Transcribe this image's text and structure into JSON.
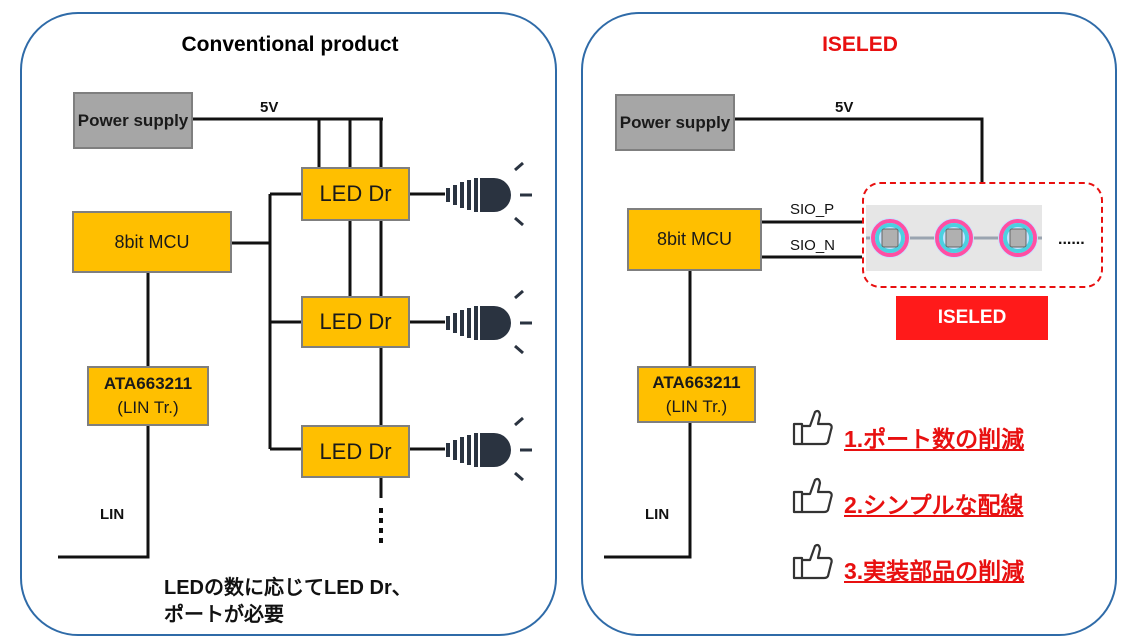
{
  "left": {
    "title": "Conventional product",
    "power_supply": "Power supply",
    "voltage": "5V",
    "mcu": "8bit MCU",
    "lin_tr": [
      "ATA663211",
      "(LIN Tr.)"
    ],
    "led_drivers": [
      "LED Dr",
      "LED Dr",
      "LED Dr"
    ],
    "lin": "LIN",
    "note_lines": [
      "LEDの数に応じてLED Dr、",
      "ポートが必要"
    ]
  },
  "right": {
    "title": "ISELED",
    "title_color": "#e81010",
    "power_supply": "Power supply",
    "voltage": "5V",
    "mcu": "8bit MCU",
    "lin_tr": [
      "ATA663211",
      "(LIN Tr.)"
    ],
    "sio_p": "SIO_P",
    "sio_n": "SIO_N",
    "ellipsis": "......",
    "iseled_label": "ISELED",
    "lin": "LIN",
    "benefits": [
      {
        "icon": "thumbs-up-icon",
        "text": "1.ポート数の削減"
      },
      {
        "icon": "thumbs-up-icon",
        "text": "2.シンプルな配線"
      },
      {
        "icon": "thumbs-up-icon",
        "text": "3.実装部品の削減"
      }
    ]
  },
  "colors": {
    "panel_border": "#2f6ba8",
    "driver_fill": "#ffbf00",
    "power_fill": "#a6a6a6",
    "accent_red": "#ff1a1a"
  }
}
